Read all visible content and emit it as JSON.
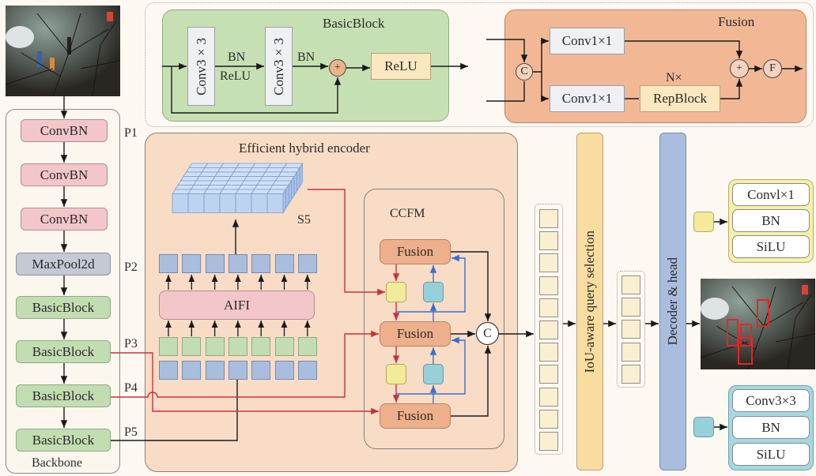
{
  "backbone": {
    "title": "Backbone",
    "blocks": [
      "ConvBN",
      "ConvBN",
      "ConvBN",
      "MaxPool2d",
      "BasicBlock",
      "BasicBlock",
      "BasicBlock",
      "BasicBlock"
    ],
    "stage_labels": {
      "p1": "P1",
      "p2": "P2",
      "p3": "P3",
      "p4": "P4",
      "p5": "P5"
    }
  },
  "input_image": {
    "description": "night street scene with pedestrians, a white car and bare tree branches"
  },
  "basic_block": {
    "title": "BasicBlock",
    "conv1": "Conv3×3",
    "conv2": "Conv3×3",
    "bn_relu_top": "BN",
    "bn_relu_bottom": "ReLU",
    "bn2": "BN",
    "add_symbol": "+",
    "relu": "ReLU"
  },
  "fusion_detail": {
    "title": "Fusion",
    "concat_symbol": "C",
    "conv_top": "Conv1×1",
    "conv_bottom": "Conv1×1",
    "repeat_label": "N×",
    "repblock": "RepBlock",
    "add_symbol": "+",
    "f_symbol": "F"
  },
  "encoder": {
    "title": "Efficient hybrid encoder",
    "s5_label": "S5",
    "aifi_label": "AIFI",
    "token_count": 7
  },
  "ccfm": {
    "title": "CCFM",
    "fusion_labels": [
      "Fusion",
      "Fusion",
      "Fusion"
    ],
    "concat_symbol": "C"
  },
  "query_selection": {
    "label": "IoU-aware query selection",
    "input_tokens": 11,
    "output_tokens": 5
  },
  "decoder": {
    "label": "Decoder & head"
  },
  "legend_yellow": {
    "layers": [
      "Convl×1",
      "BN",
      "SiLU"
    ],
    "color": "#f3ea9a"
  },
  "legend_teal": {
    "layers": [
      "Conv3×3",
      "BN",
      "SiLU"
    ],
    "color": "#97d0da"
  },
  "output_image": {
    "description": "same scene with four red detection boxes around pedestrians",
    "box_color": "#e8232a",
    "box_count": 4
  },
  "colors": {
    "red_path": "#c8323c",
    "blue_path": "#3a6fd0",
    "black_path": "#1a1a1a"
  }
}
